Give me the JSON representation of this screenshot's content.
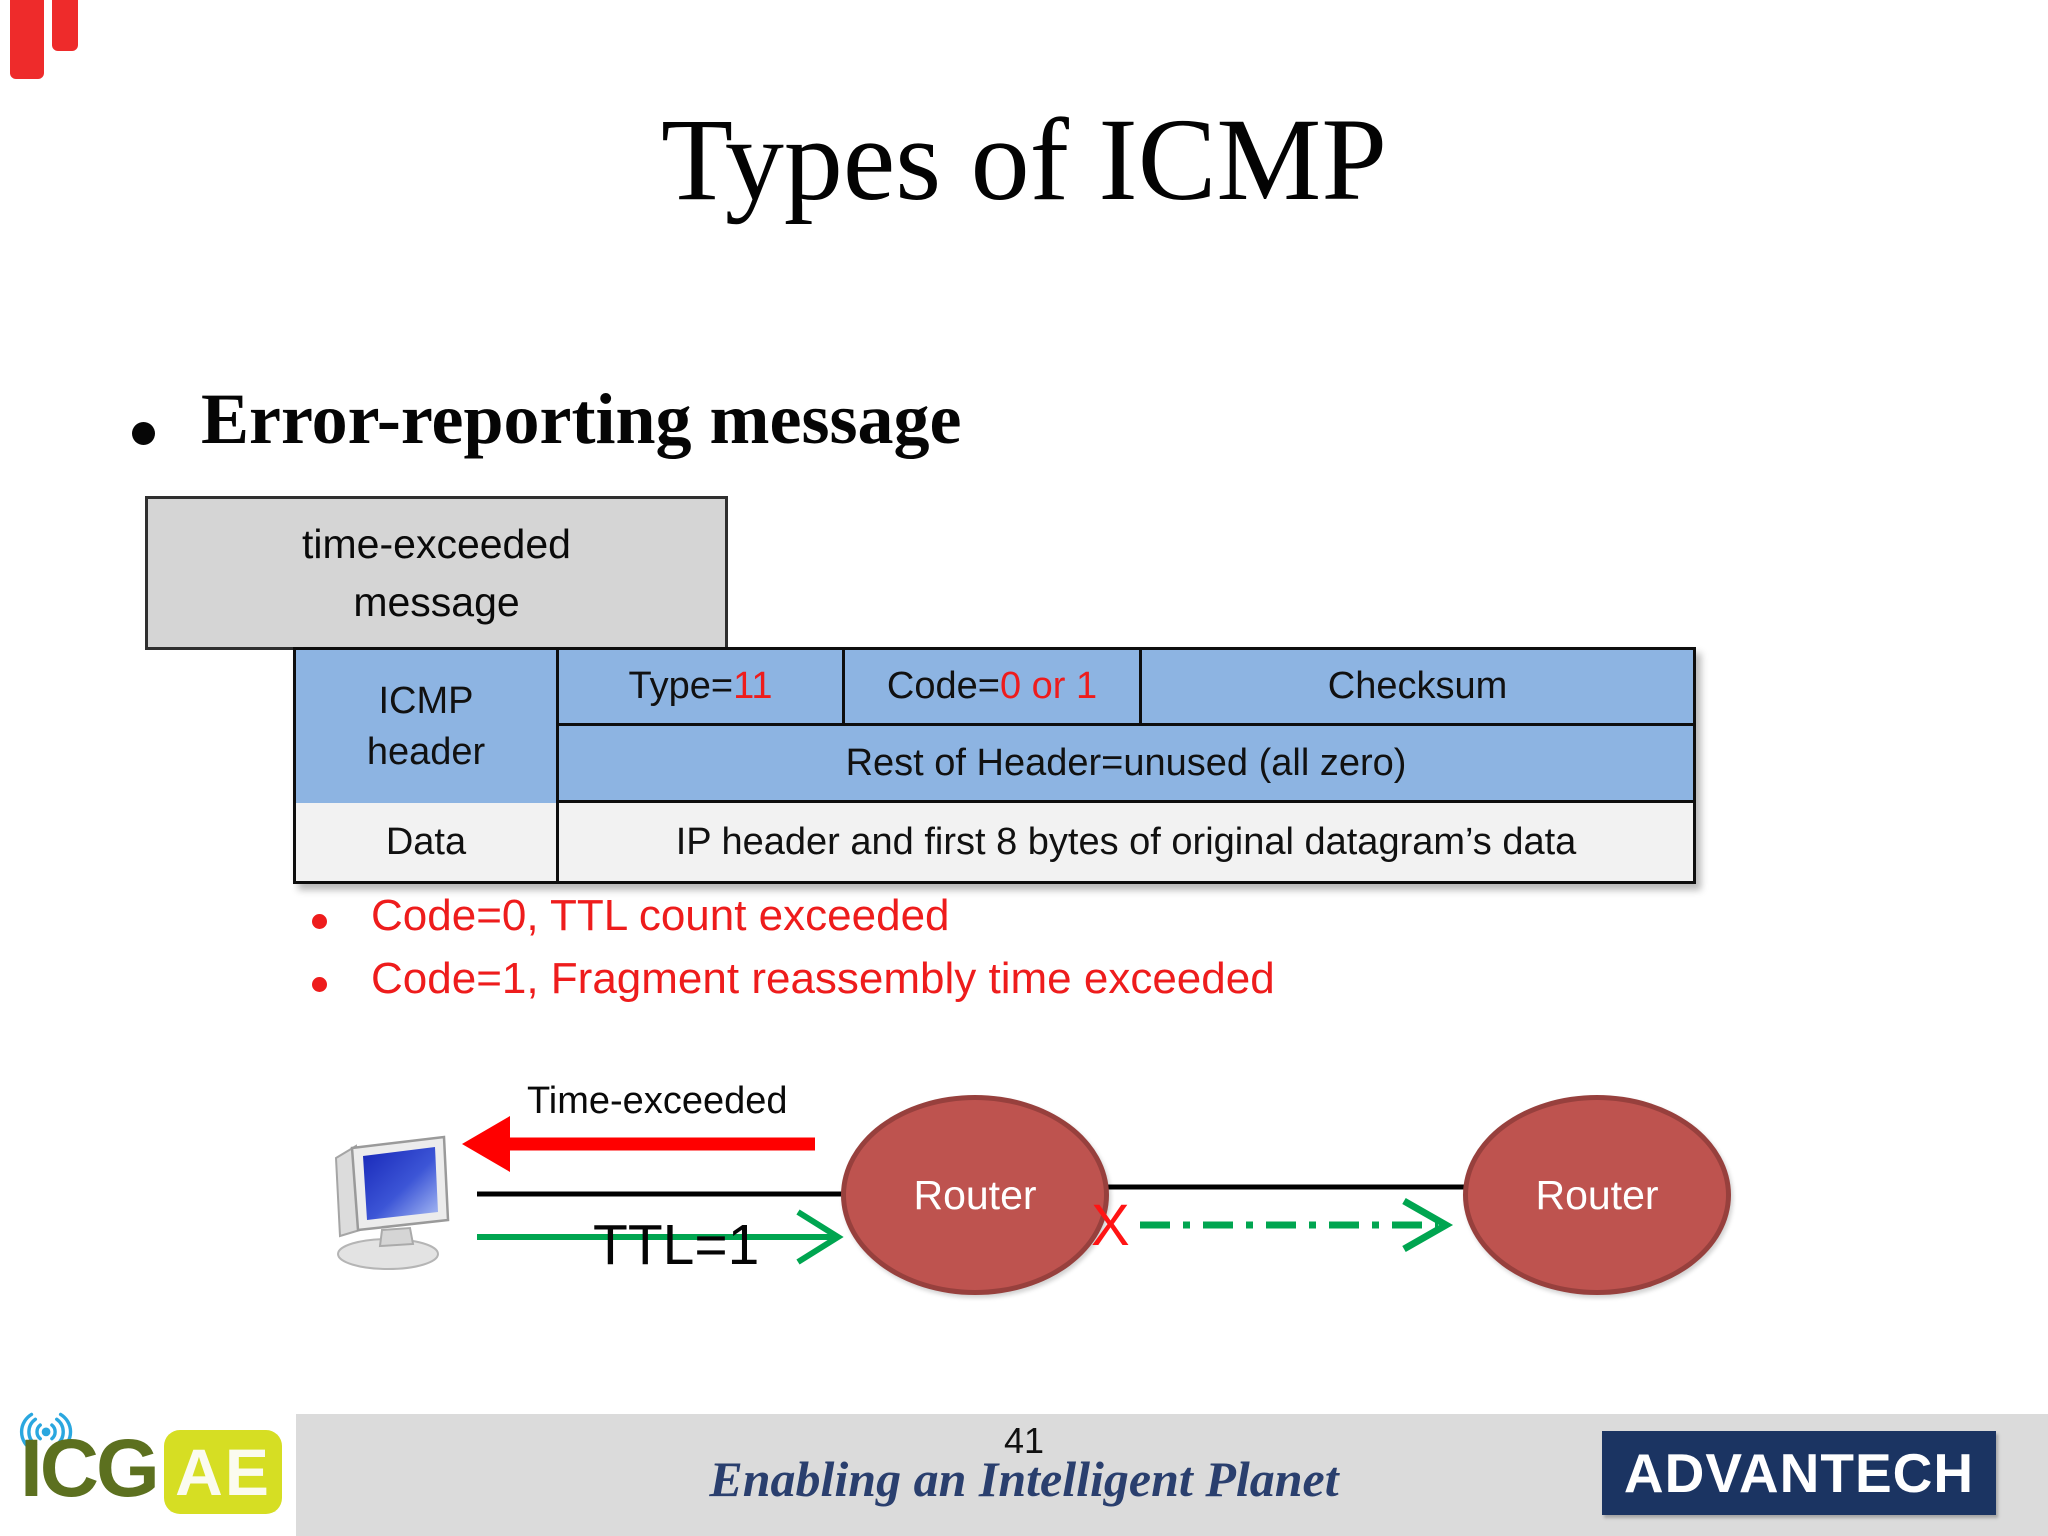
{
  "slide": {
    "title": "Types of ICMP",
    "bullet_text": "Error-reporting message",
    "note_box": {
      "line1": "time-exceeded",
      "line2": "message"
    },
    "header_table": {
      "row_label_line1": "ICMP",
      "row_label_line2": "header",
      "type_label": "Type=",
      "type_value": "11",
      "code_label": "Code=",
      "code_value": "0 or 1",
      "checksum_label": "Checksum",
      "rest_of_header": "Rest of Header=unused (all zero)",
      "data_label": "Data",
      "data_desc": "IP header and first 8 bytes of original datagram’s data"
    },
    "code_notes": [
      "Code=0, TTL count exceeded",
      "Code=1, Fragment reassembly time exceeded"
    ],
    "diagram": {
      "time_exceeded_label": "Time-exceeded",
      "ttl_label": "TTL=1",
      "router1_label": "Router",
      "router2_label": "Router",
      "drop_mark": "X"
    }
  },
  "footer": {
    "page_number": "41",
    "tagline": "Enabling an Intelligent Planet",
    "advantech_logo_text": "ADVANTECH",
    "icg_logo": {
      "icg_text": "ICG",
      "ae_badge": "AE"
    }
  },
  "colors": {
    "table_blue": "#8db4e2",
    "table_light_row": "#f2f2f2",
    "router_fill": "#be534f",
    "router_border": "#97403d",
    "highlight_red": "#ee1c1c",
    "arrow_red": "#ff0000",
    "arrow_green": "#00a550",
    "tagline_blue": "#2a3f6e",
    "advantech_navy": "#1b3462",
    "icg_olive": "#5c701f",
    "ae_yellow": "#d6de23",
    "note_box_gray": "#d5d5d5",
    "footer_band_gray": "#dbdbdb",
    "corner_bar_red": "#ee2b2b"
  }
}
